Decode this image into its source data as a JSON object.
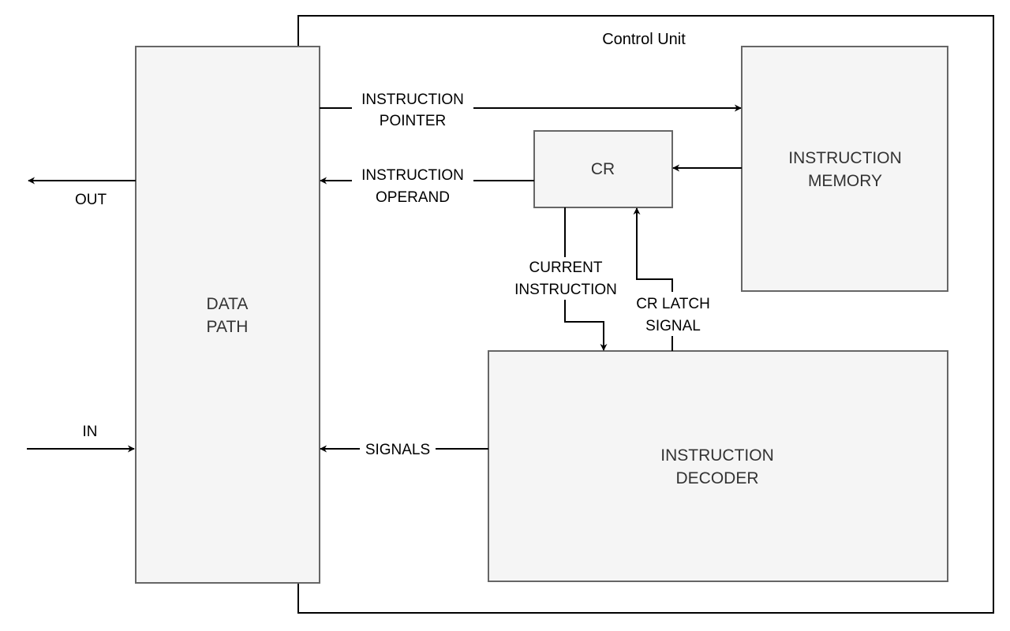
{
  "control_unit": {
    "title": "Control Unit"
  },
  "boxes": {
    "data_path": {
      "line1": "DATA",
      "line2": "PATH"
    },
    "instruction_memory": {
      "line1": "INSTRUCTION",
      "line2": "MEMORY"
    },
    "cr": {
      "label": "CR"
    },
    "instruction_decoder": {
      "line1": "INSTRUCTION",
      "line2": "DECODER"
    }
  },
  "edges": {
    "instruction_pointer": {
      "line1": "INSTRUCTION",
      "line2": "POINTER"
    },
    "instruction_operand": {
      "line1": "INSTRUCTION",
      "line2": "OPERAND"
    },
    "current_instruction": {
      "line1": "CURRENT",
      "line2": "INSTRUCTION"
    },
    "cr_latch_signal": {
      "line1": "CR LATCH",
      "line2": "SIGNAL"
    },
    "signals": {
      "label": "SIGNALS"
    },
    "out": {
      "label": "OUT"
    },
    "in": {
      "label": "IN"
    }
  },
  "colors": {
    "box_fill": "#f5f5f5",
    "box_stroke": "#666666",
    "line": "#000000",
    "box_text": "#333333"
  }
}
